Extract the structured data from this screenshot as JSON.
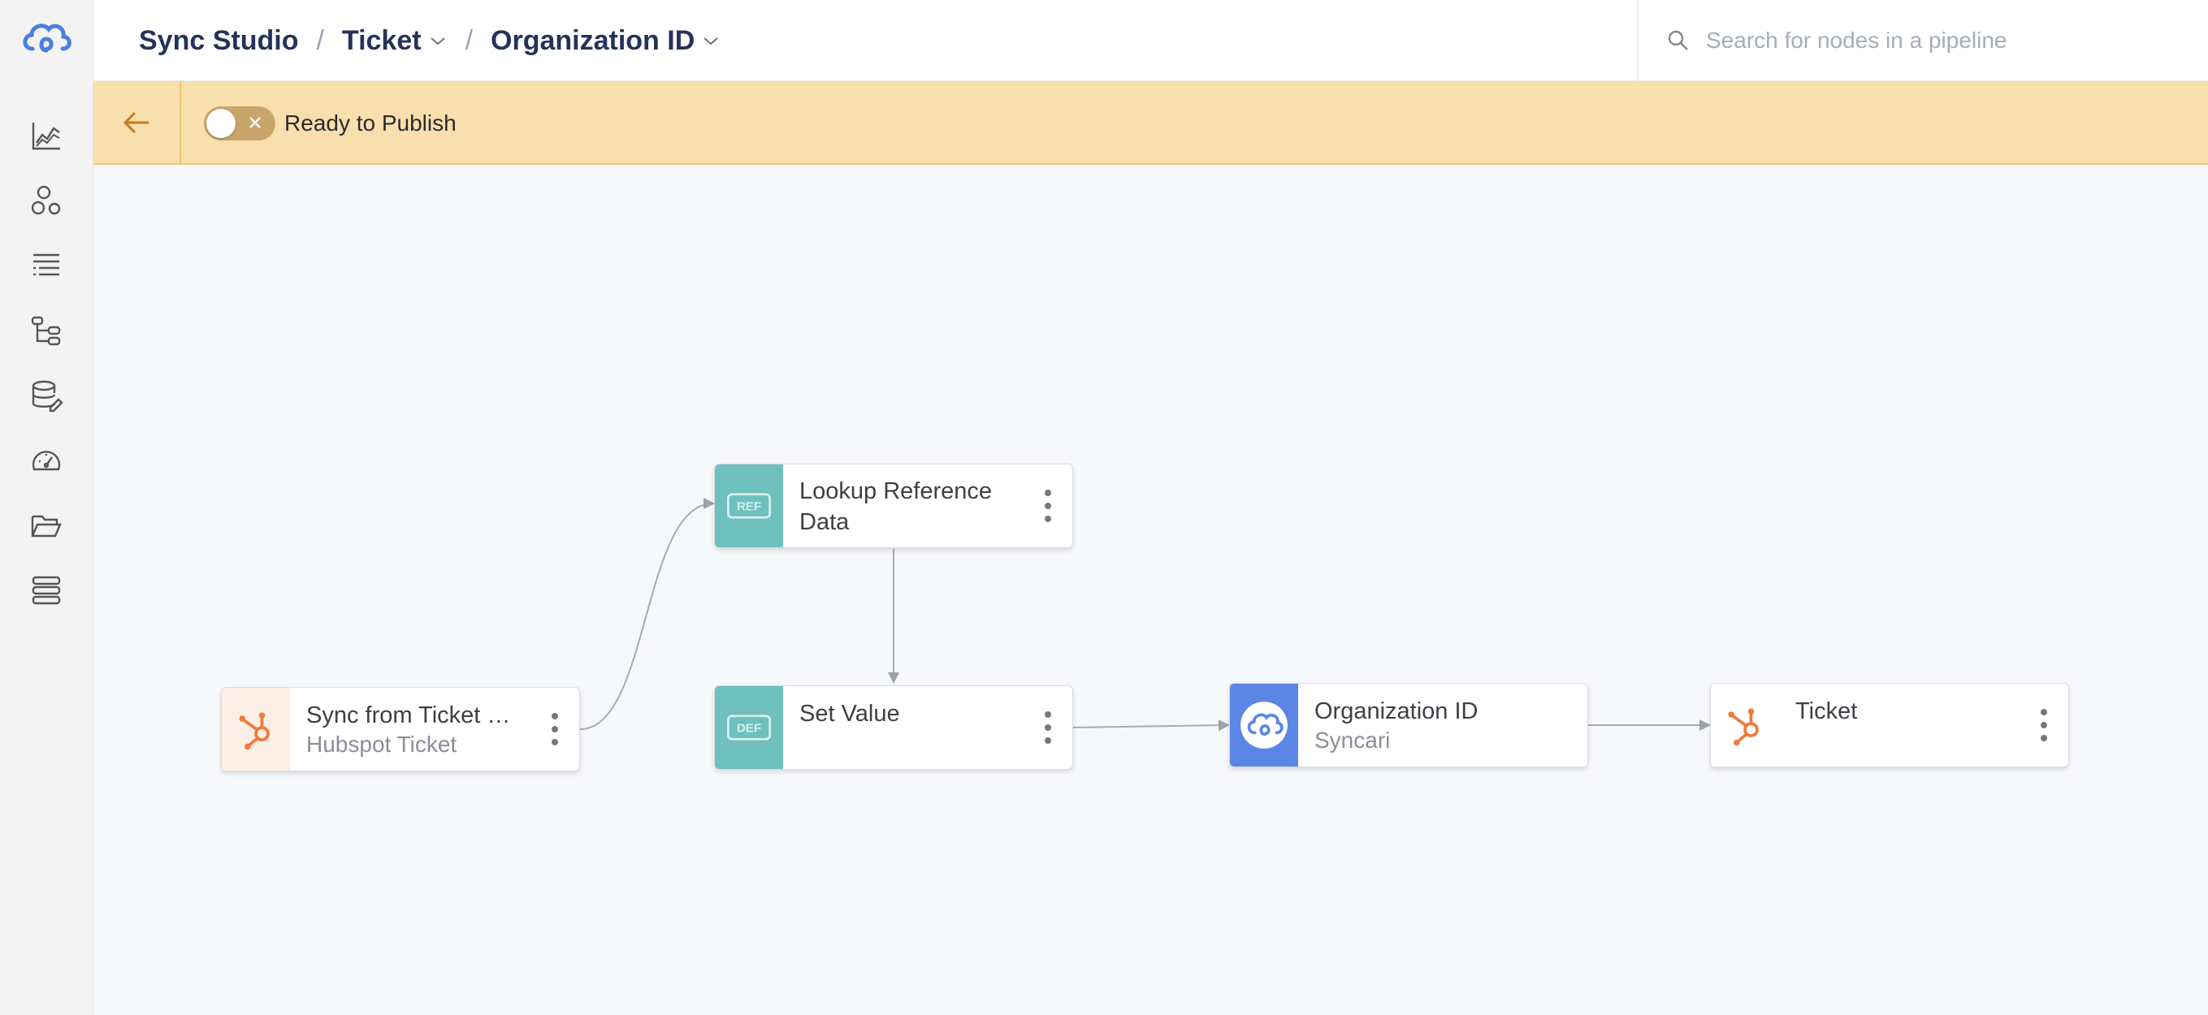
{
  "header": {
    "breadcrumb": [
      "Sync Studio",
      "Ticket",
      "Organization ID"
    ],
    "search_placeholder": "Search for nodes in a pipeline"
  },
  "banner": {
    "toggle_label": "Ready to Publish",
    "toggle_on": false
  },
  "sidebar": {
    "items": [
      "chart-icon",
      "entities-icon",
      "list-icon",
      "flow-icon",
      "database-edit-icon",
      "dashboard-icon",
      "folder-icon",
      "stack-icon"
    ]
  },
  "nodes": {
    "sync": {
      "title": "Sync from Ticket o...",
      "subtitle": "Hubspot Ticket"
    },
    "lookup": {
      "badge": "REF",
      "title": "Lookup Reference Data"
    },
    "setvalue": {
      "badge": "DEF",
      "title": "Set Value"
    },
    "orgid": {
      "title": "Organization ID",
      "subtitle": "Syncari"
    },
    "ticket": {
      "title": "Ticket"
    }
  },
  "colors": {
    "accent": "#24335a",
    "banner": "#f9dfad",
    "teal": "#6ec0bd",
    "syncari_blue": "#5b86e5",
    "hubspot_orange": "#f07a3a"
  }
}
